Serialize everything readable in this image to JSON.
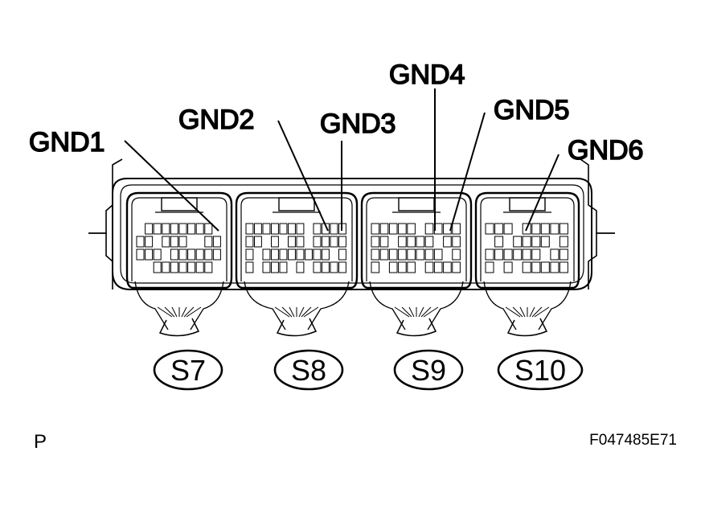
{
  "labels": {
    "gnd1": "GND1",
    "gnd2": "GND2",
    "gnd3": "GND3",
    "gnd4": "GND4",
    "gnd5": "GND5",
    "gnd6": "GND6"
  },
  "connectors": {
    "s7": "S7",
    "s8": "S8",
    "s9": "S9",
    "s10": "S10"
  },
  "corner_label": "P",
  "figure_id": "F047485E71"
}
